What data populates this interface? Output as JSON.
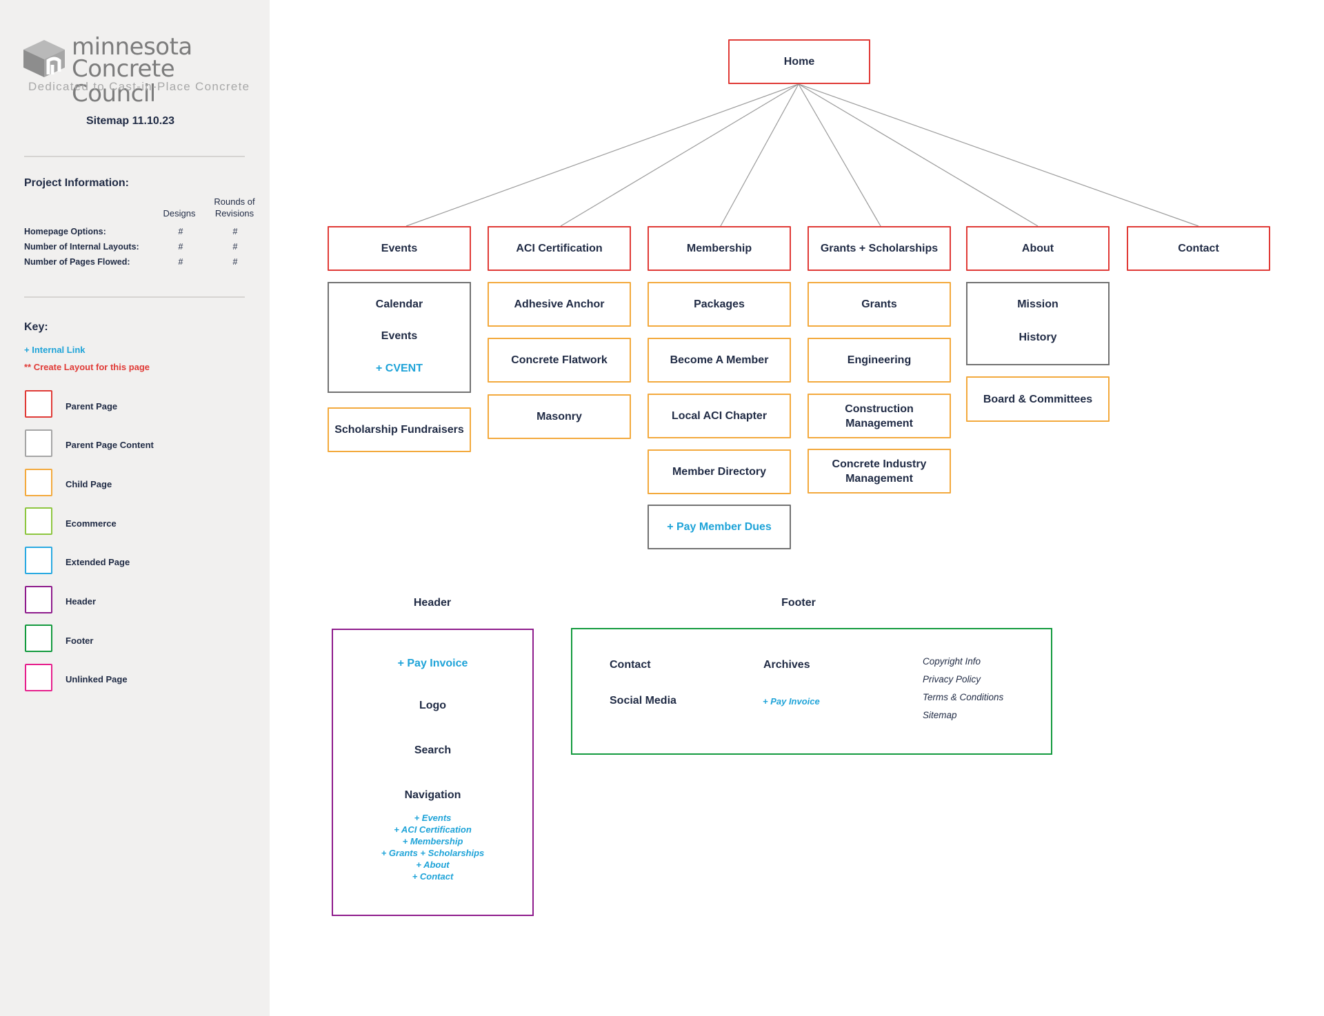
{
  "sidebar": {
    "logo": {
      "line1": "minnesota",
      "line2": "Concrete Council",
      "tagline": "Dedicated to Cast-in-Place Concrete"
    },
    "sitemap_title": "Sitemap 11.10.23",
    "project_info": {
      "title": "Project Information:",
      "col_designs": "Designs",
      "col_revisions": "Rounds of Revisions",
      "rows": [
        {
          "label": "Homepage Options:",
          "designs": "#",
          "revisions": "#"
        },
        {
          "label": "Number of Internal Layouts:",
          "designs": "#",
          "revisions": "#"
        },
        {
          "label": "Number of Pages Flowed:",
          "designs": "#",
          "revisions": "#"
        }
      ]
    },
    "key": {
      "title": "Key:",
      "internal_link": "+ Internal Link",
      "create_layout": "** Create Layout for this page",
      "items": [
        {
          "label": "Parent Page",
          "color": "#e03a36"
        },
        {
          "label": "Parent Page Content",
          "color": "#a5a5a5"
        },
        {
          "label": "Child Page",
          "color": "#f3a93c"
        },
        {
          "label": "Ecommerce",
          "color": "#8dc63f"
        },
        {
          "label": "Extended Page",
          "color": "#29a9e1"
        },
        {
          "label": "Header",
          "color": "#8e1b8c"
        },
        {
          "label": "Footer",
          "color": "#139a3e"
        },
        {
          "label": "Unlinked Page",
          "color": "#e61e8c"
        }
      ]
    }
  },
  "sitemap": {
    "home": "Home",
    "parents": [
      "Events",
      "ACI Certification",
      "Membership",
      "Grants + Scholarships",
      "About",
      "Contact"
    ],
    "events": {
      "content": [
        "Calendar",
        "Events",
        "+ CVENT"
      ],
      "children": [
        "Scholarship Fundraisers"
      ]
    },
    "aci_certification": {
      "children": [
        "Adhesive Anchor",
        "Concrete Flatwork",
        "Masonry"
      ]
    },
    "membership": {
      "children": [
        "Packages",
        "Become A Member",
        "Local ACI Chapter",
        "Member Directory"
      ],
      "extra_link": "+ Pay Member Dues"
    },
    "grants": {
      "children": [
        "Grants",
        "Engineering",
        "Construction Management",
        "Concrete Industry Management"
      ]
    },
    "about": {
      "content": [
        "Mission",
        "History"
      ],
      "children": [
        "Board & Committees"
      ]
    }
  },
  "header_section": {
    "title": "Header",
    "pay_invoice": "+ Pay Invoice",
    "logo": "Logo",
    "search": "Search",
    "navigation": "Navigation",
    "nav_items": [
      "+ Events",
      "+ ACI Certification",
      "+ Membership",
      "+ Grants + Scholarships",
      "+ About",
      "+ Contact"
    ]
  },
  "footer_section": {
    "title": "Footer",
    "contact": "Contact",
    "social_media": "Social Media",
    "archives": "Archives",
    "pay_invoice": "+ Pay Invoice",
    "legal": [
      "Copyright Info",
      "Privacy Policy",
      "Terms & Conditions",
      "Sitemap"
    ]
  },
  "colors": {
    "parent": "#e03a36",
    "content": "#717171",
    "child": "#f3a93c",
    "header": "#8e1b8c",
    "footer": "#139a3e",
    "link": "#1ea3d8",
    "sidebar_bg": "#f1f0ef"
  }
}
